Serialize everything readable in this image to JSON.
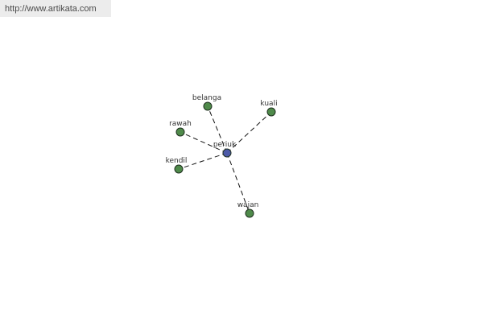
{
  "watermark": {
    "url": "http://www.artikata.com"
  },
  "graph": {
    "center": {
      "id": "periuk",
      "label": "periuk",
      "color": "#4d5aa8"
    },
    "related": [
      {
        "id": "belanga",
        "label": "belanga",
        "color": "#4f8a4a"
      },
      {
        "id": "kuali",
        "label": "kuali",
        "color": "#4f8a4a"
      },
      {
        "id": "rawah",
        "label": "rawah",
        "color": "#4f8a4a"
      },
      {
        "id": "kendil",
        "label": "kendil",
        "color": "#4f8a4a"
      },
      {
        "id": "wajan",
        "label": "wajan",
        "color": "#4f8a4a"
      }
    ],
    "edges": [
      {
        "from": "periuk",
        "to": "belanga",
        "style": "dashed"
      },
      {
        "from": "periuk",
        "to": "kuali",
        "style": "dashed"
      },
      {
        "from": "periuk",
        "to": "rawah",
        "style": "dashed"
      },
      {
        "from": "periuk",
        "to": "kendil",
        "style": "dashed"
      },
      {
        "from": "periuk",
        "to": "wajan",
        "style": "dashed"
      }
    ]
  }
}
